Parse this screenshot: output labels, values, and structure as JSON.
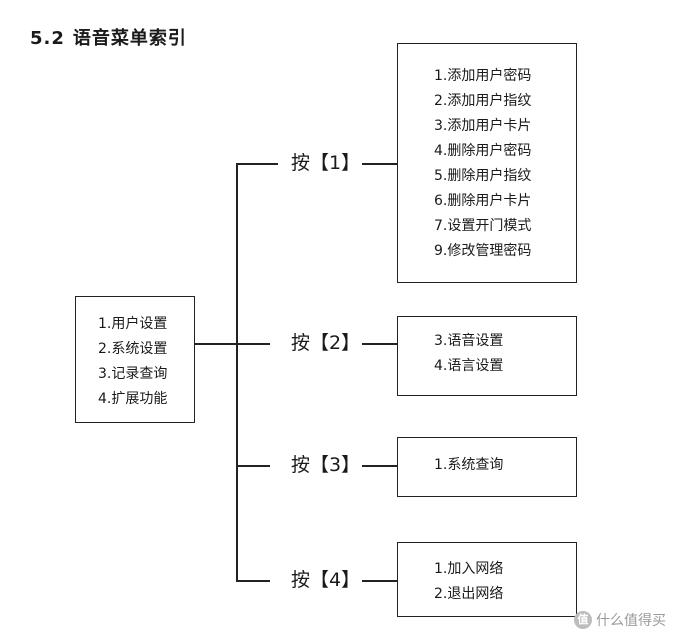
{
  "title": {
    "number": "5.2",
    "text": "语音菜单索引"
  },
  "root": {
    "items": [
      "1.用户设置",
      "2.系统设置",
      "3.记录查询",
      "4.扩展功能"
    ]
  },
  "branches": [
    {
      "label": "按【1】",
      "items": [
        "1.添加用户密码",
        "2.添加用户指纹",
        "3.添加用户卡片",
        "4.删除用户密码",
        "5.删除用户指纹",
        "6.删除用户卡片",
        "7.设置开门模式",
        "9.修改管理密码"
      ]
    },
    {
      "label": "按【2】",
      "items": [
        "3.语音设置",
        "4.语言设置"
      ]
    },
    {
      "label": "按【3】",
      "items": [
        "1.系统查询"
      ]
    },
    {
      "label": "按【4】",
      "items": [
        "1.加入网络",
        "2.退出网络"
      ]
    }
  ],
  "watermark": {
    "logo": "值",
    "text": "什么值得买"
  }
}
